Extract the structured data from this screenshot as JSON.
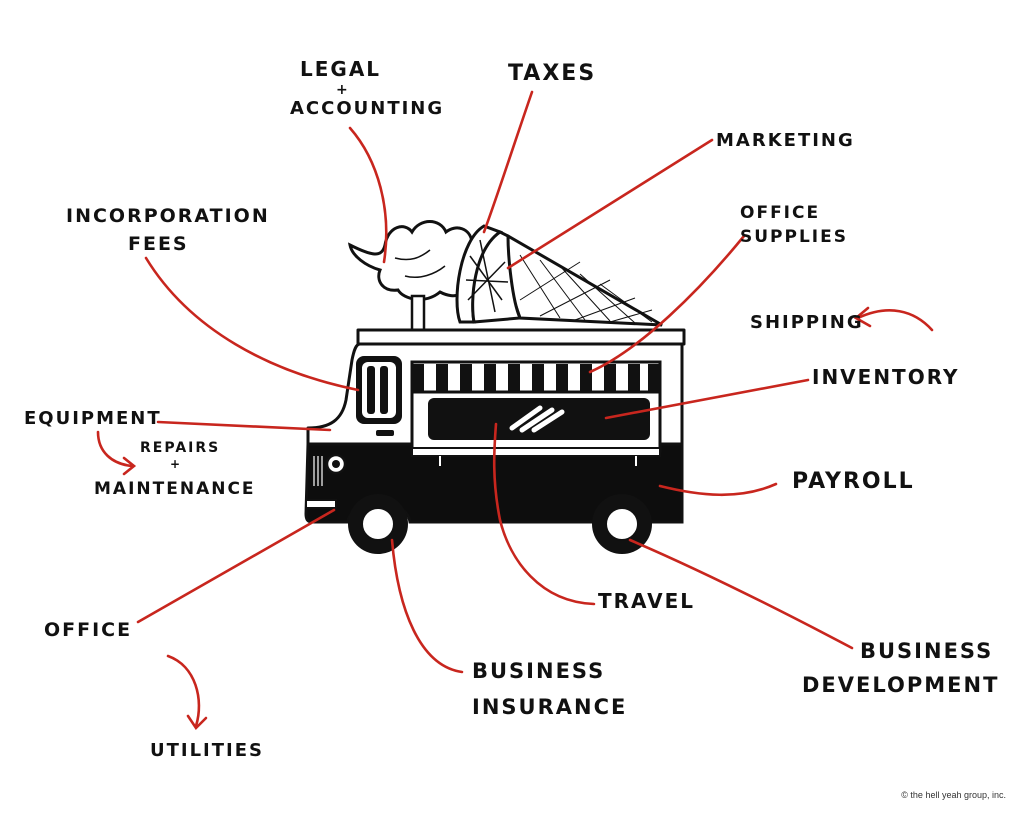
{
  "labels": {
    "legal_line1": "LEGAL",
    "legal_plus": "+",
    "legal_line2": "ACCOUNTING",
    "taxes": "TAXES",
    "marketing": "MARKETING",
    "office_supplies_line1": "OFFICE",
    "office_supplies_line2": "SUPPLIES",
    "incorporation_line1": "INCORPORATION",
    "incorporation_line2": "FEES",
    "shipping": "SHIPPING",
    "inventory": "INVENTORY",
    "equipment": "EQUIPMENT",
    "repairs_line1": "REPAIRS",
    "repairs_plus": "+",
    "repairs_line2": "MAINTENANCE",
    "payroll": "PAYROLL",
    "travel": "TRAVEL",
    "office": "OFFICE",
    "business_insurance_line1": "BUSINESS",
    "business_insurance_line2": "INSURANCE",
    "business_development_line1": "BUSINESS",
    "business_development_line2": "DEVELOPMENT",
    "utilities": "UTILITIES"
  },
  "credit": "© the hell yeah group, inc.",
  "colors": {
    "accent_red": "#c8261e",
    "ink": "#111111",
    "background": "#ffffff"
  },
  "illustration": "ice-cream-food-truck"
}
